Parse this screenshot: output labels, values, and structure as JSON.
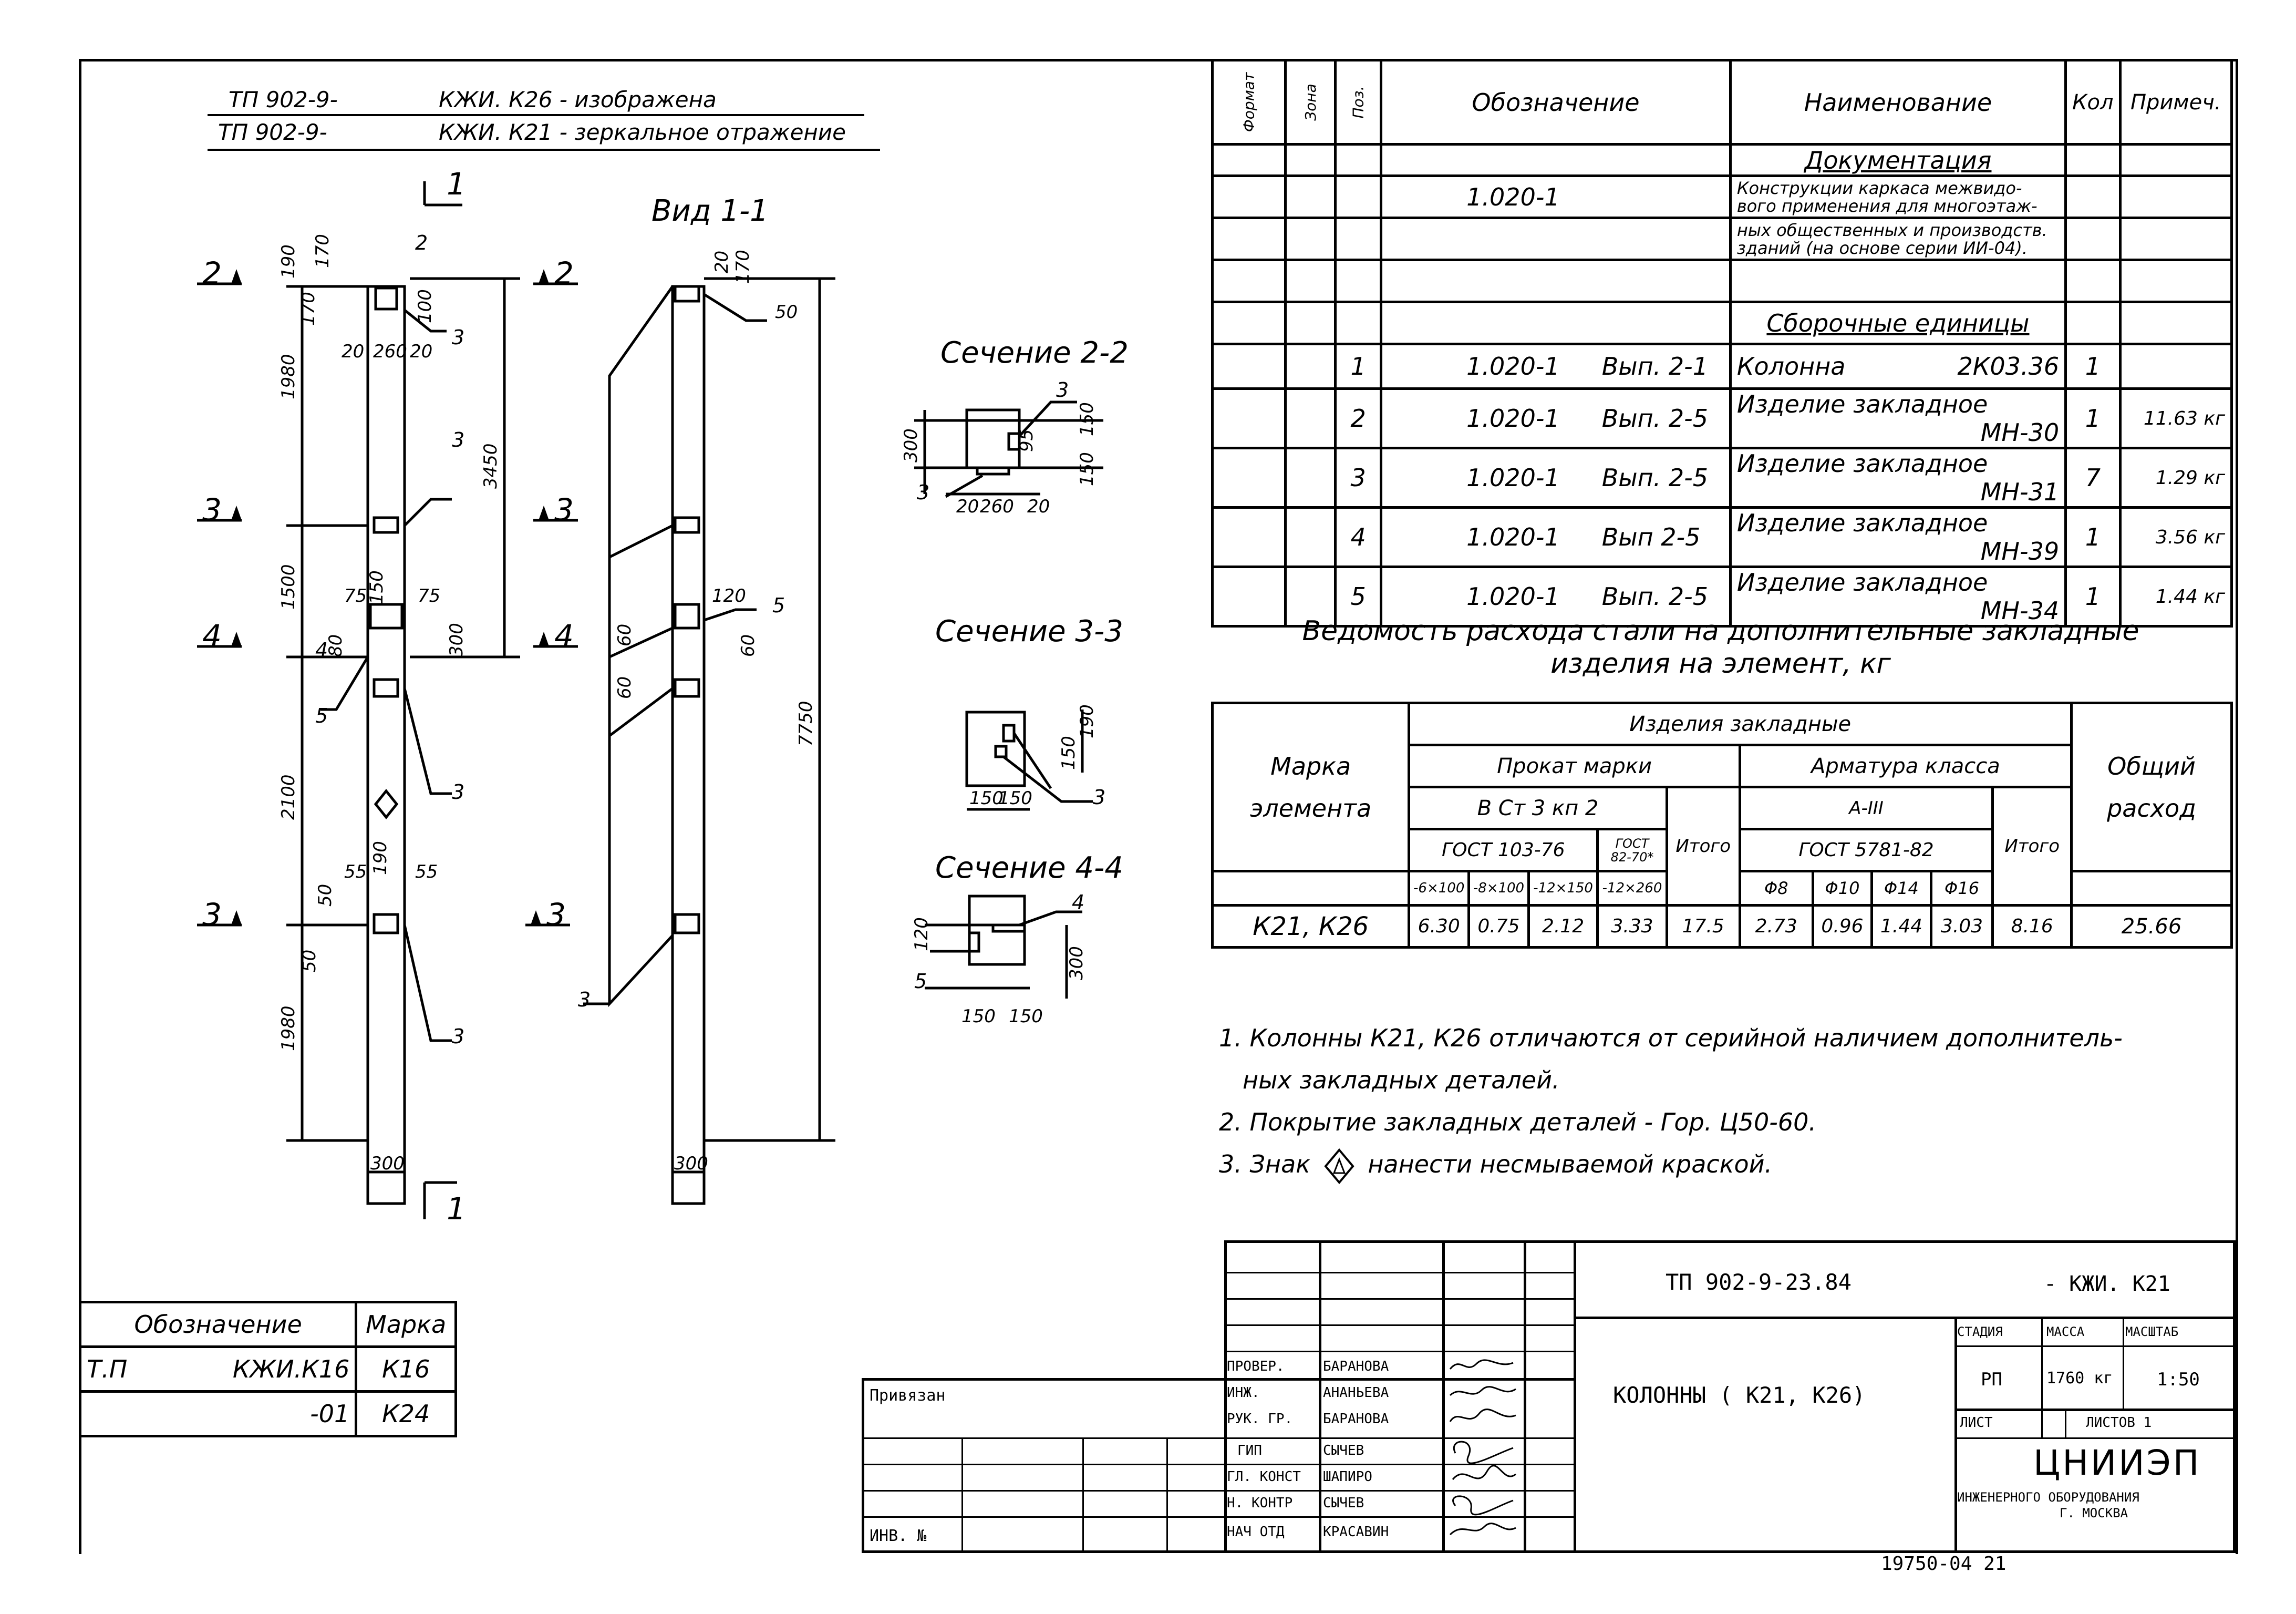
{
  "header_refs": [
    {
      "code": "ТП 902-9-",
      "text": "КЖИ. К26 - изображена"
    },
    {
      "code": "ТП 902-9-",
      "text": "КЖИ. К21 - зеркальное отражение"
    }
  ],
  "views": {
    "view_title": "Вид 1-1",
    "section_2_2": "Сечение 2-2",
    "section_3_3": "Сечение 3-3",
    "section_4_4": "Сечение 4-4"
  },
  "dims": {
    "d190": "190",
    "d170": "170",
    "d20": "20",
    "d260": "260",
    "d100": "100",
    "d1980": "1980",
    "d3450": "3450",
    "d1500": "1500",
    "d75": "75",
    "d150": "150",
    "d300": "300",
    "d80": "80",
    "d2100": "2100",
    "d55": "55",
    "d50": "50",
    "d7750": "7750",
    "d60": "60",
    "d120": "120",
    "d95": "95"
  },
  "cut_marks": {
    "m1": "1",
    "m2": "2",
    "m3": "3",
    "m4": "4",
    "m5": "5"
  },
  "spec": {
    "headers": {
      "format": "Формат",
      "zone": "Зона",
      "pos": "Поз.",
      "designation": "Обозначение",
      "name": "Наименование",
      "qty": "Кол",
      "note": "Примеч."
    },
    "doc_section": "Документация",
    "doc_code": "1.020-1",
    "doc_name_lines": [
      "Конструкции каркаса межвидо-",
      "вого применения для многоэтаж-",
      "ных общественных и производств.",
      "зданий (на основе серии ИИ-04)."
    ],
    "asm_section": "Сборочные единицы",
    "rows": [
      {
        "pos": "1",
        "code": "1.020-1",
        "issue": "Вып. 2-1",
        "name": "Колонна",
        "mark": "2К03.36",
        "qty": "1",
        "note": ""
      },
      {
        "pos": "2",
        "code": "1.020-1",
        "issue": "Вып. 2-5",
        "name": "Изделие закладное",
        "mark": "МН-30",
        "qty": "1",
        "note": "11.63 кг"
      },
      {
        "pos": "3",
        "code": "1.020-1",
        "issue": "Вып. 2-5",
        "name": "Изделие закладное",
        "mark": "МН-31",
        "qty": "7",
        "note": "1.29 кг"
      },
      {
        "pos": "4",
        "code": "1.020-1",
        "issue": "Вып 2-5",
        "name": "Изделие закладное",
        "mark": "МН-39",
        "qty": "1",
        "note": "3.56 кг"
      },
      {
        "pos": "5",
        "code": "1.020-1",
        "issue": "Вып. 2-5",
        "name": "Изделие закладное",
        "mark": "МН-34",
        "qty": "1",
        "note": "1.44 кг"
      }
    ]
  },
  "steel": {
    "title_line1": "Ведомость расхода стали на дополнительные закладные",
    "title_line2": "изделия на элемент, кг",
    "h_items": "Изделия закладные",
    "h_mark": "Марка элемента",
    "h_rolled": "Прокат марки",
    "h_rolled_grade": "В Ст 3 кп 2",
    "h_gost1": "ГОСТ 103-76",
    "h_gost2": "ГОСТ 82-70*",
    "h_total_group": "Итого",
    "h_rebar": "Арматура класса",
    "h_rebar_class": "А-III",
    "h_gost3": "ГОСТ 5781-82",
    "h_total": "Общий расход",
    "sub": [
      "-6×100",
      "-8×100",
      "-12×150",
      "-12×260",
      "Φ8",
      "Φ10",
      "Φ14",
      "Φ16"
    ],
    "row": {
      "mark": "К21, К26",
      "vals": [
        "6.30",
        "0.75",
        "2.12",
        "3.33",
        "17.5",
        "2.73",
        "0.96",
        "1.44",
        "3.03",
        "8.16",
        "25.66"
      ]
    }
  },
  "notes": [
    "1. Колонны К21, К26 отличаются от серийной наличием дополнитель-",
    "ных закладных деталей.",
    "2. Покрытие закладных деталей - Гор. Ц50-60.",
    "3. Знак",
    "нанести несмываемой краской."
  ],
  "mark_table": {
    "h_designation": "Обозначение",
    "h_mark": "Марка",
    "rows": [
      {
        "a": "Т.П",
        "b": "КЖИ.К16",
        "mark": "К16"
      },
      {
        "a": "",
        "b": "-01",
        "mark": "К24"
      }
    ]
  },
  "stamp": {
    "project": "ТП 902-9-23.84",
    "code": "- КЖИ. К21",
    "title": "КОЛОННЫ ( К21, К26)",
    "stage_h": "СТАДИЯ",
    "mass_h": "МАССА",
    "scale_h": "МАСШТАБ",
    "stage": "РП",
    "mass": "1760 кг",
    "scale": "1:50",
    "sheet_h": "ЛИСТ",
    "sheets_h": "ЛИСТОВ 1",
    "org": "ЦНИИЭП",
    "org_sub1": "ИНЖЕНЕРНОГО ОБОРУДОВАНИЯ",
    "org_sub2": "Г. МОСКВА",
    "bound": "Привязан",
    "inv": "ИНВ. №",
    "people": [
      {
        "role": "ПРОВЕР.",
        "name": "БАРАНОВА"
      },
      {
        "role": "ИНЖ.",
        "name": "АНАНЬЕВА"
      },
      {
        "role": "РУК. ГР.",
        "name": "БАРАНОВА"
      },
      {
        "role": "ГИП",
        "name": "СЫЧЕВ"
      },
      {
        "role": "ГЛ. КОНСТ",
        "name": "ШАПИРО"
      },
      {
        "role": "Н. КОНТР",
        "name": "СЫЧЕВ"
      },
      {
        "role": "НАЧ ОТД",
        "name": "КРАСАВИН"
      }
    ],
    "footer_no": "19750-04  21"
  }
}
